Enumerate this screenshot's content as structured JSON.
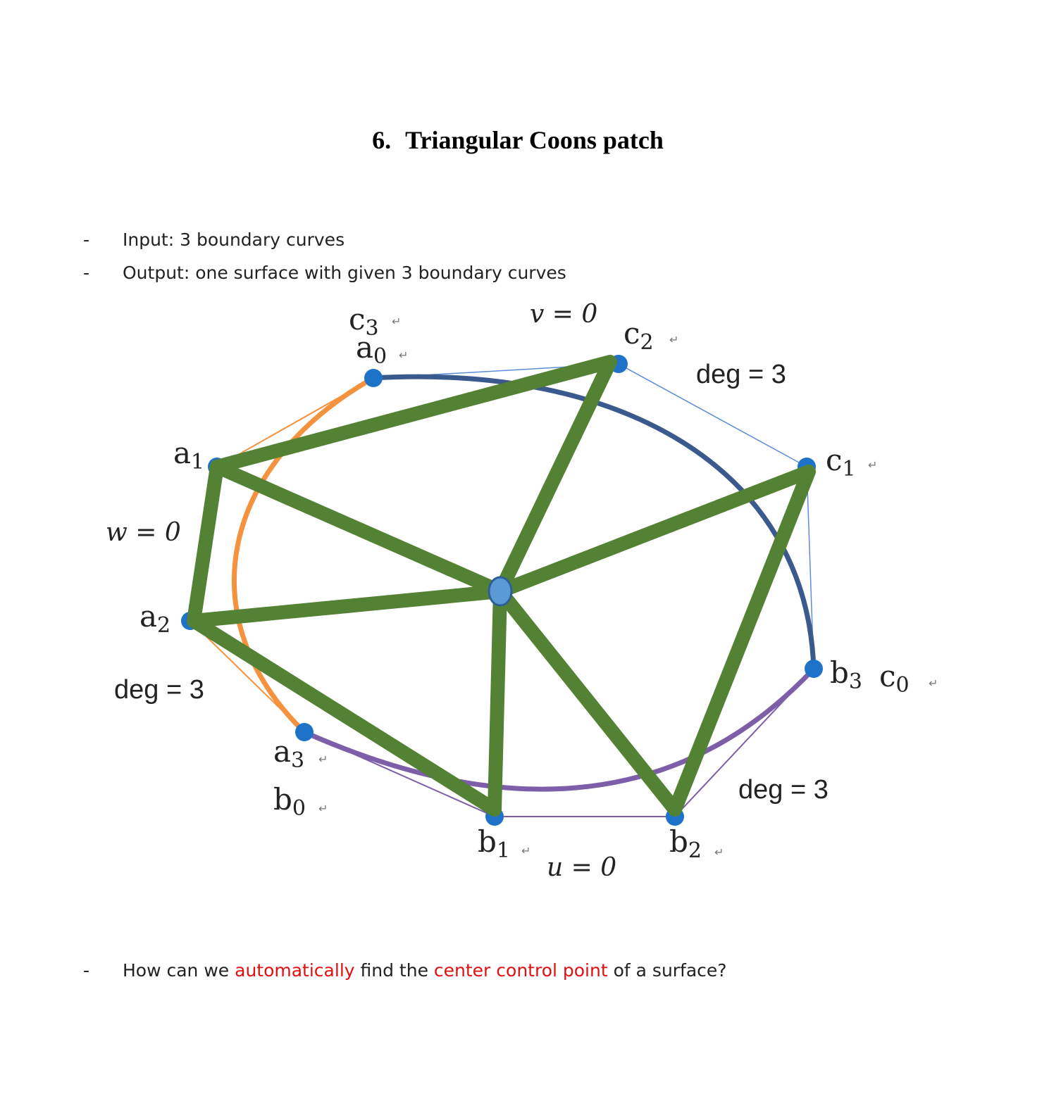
{
  "doc": {
    "title_number": "6.",
    "title_text": "Triangular Coons patch",
    "bullet_dash": "-",
    "bullets": [
      "Input: 3 boundary curves",
      "Output: one surface with given 3 boundary curves"
    ],
    "question": {
      "part1": "How can we ",
      "highlight1": "automatically",
      "part2": " find the ",
      "highlight2": "center control point",
      "part3": " of a surface?"
    }
  },
  "figure": {
    "labels": {
      "c3": "c",
      "c3_sub": "3",
      "a0": "a",
      "a0_sub": "0",
      "v0": "v = 0",
      "c2": "c",
      "c2_sub": "2",
      "deg_top": "deg = 3",
      "a1": "a",
      "a1_sub": "1",
      "c1": "c",
      "c1_sub": "1",
      "w0": "w = 0",
      "a2": "a",
      "a2_sub": "2",
      "b3": "b",
      "b3_sub": "3",
      "c0": "c",
      "c0_sub": "0",
      "deg_left": "deg = 3",
      "a3": "a",
      "a3_sub": "3",
      "b0": "b",
      "b0_sub": "0",
      "deg_right": "deg = 3",
      "b1": "b",
      "b1_sub": "1",
      "u0": "u = 0",
      "b2": "b",
      "b2_sub": "2",
      "return_mark": "↵"
    },
    "colors": {
      "curve_a": "#f5923e",
      "curve_b": "#7d5ea8",
      "curve_c": "#3a5a8e",
      "polygon_c": "#5b8ed6",
      "mesh": "#548235",
      "point": "#1e73c8",
      "center_point": "#5b9bd5"
    }
  }
}
